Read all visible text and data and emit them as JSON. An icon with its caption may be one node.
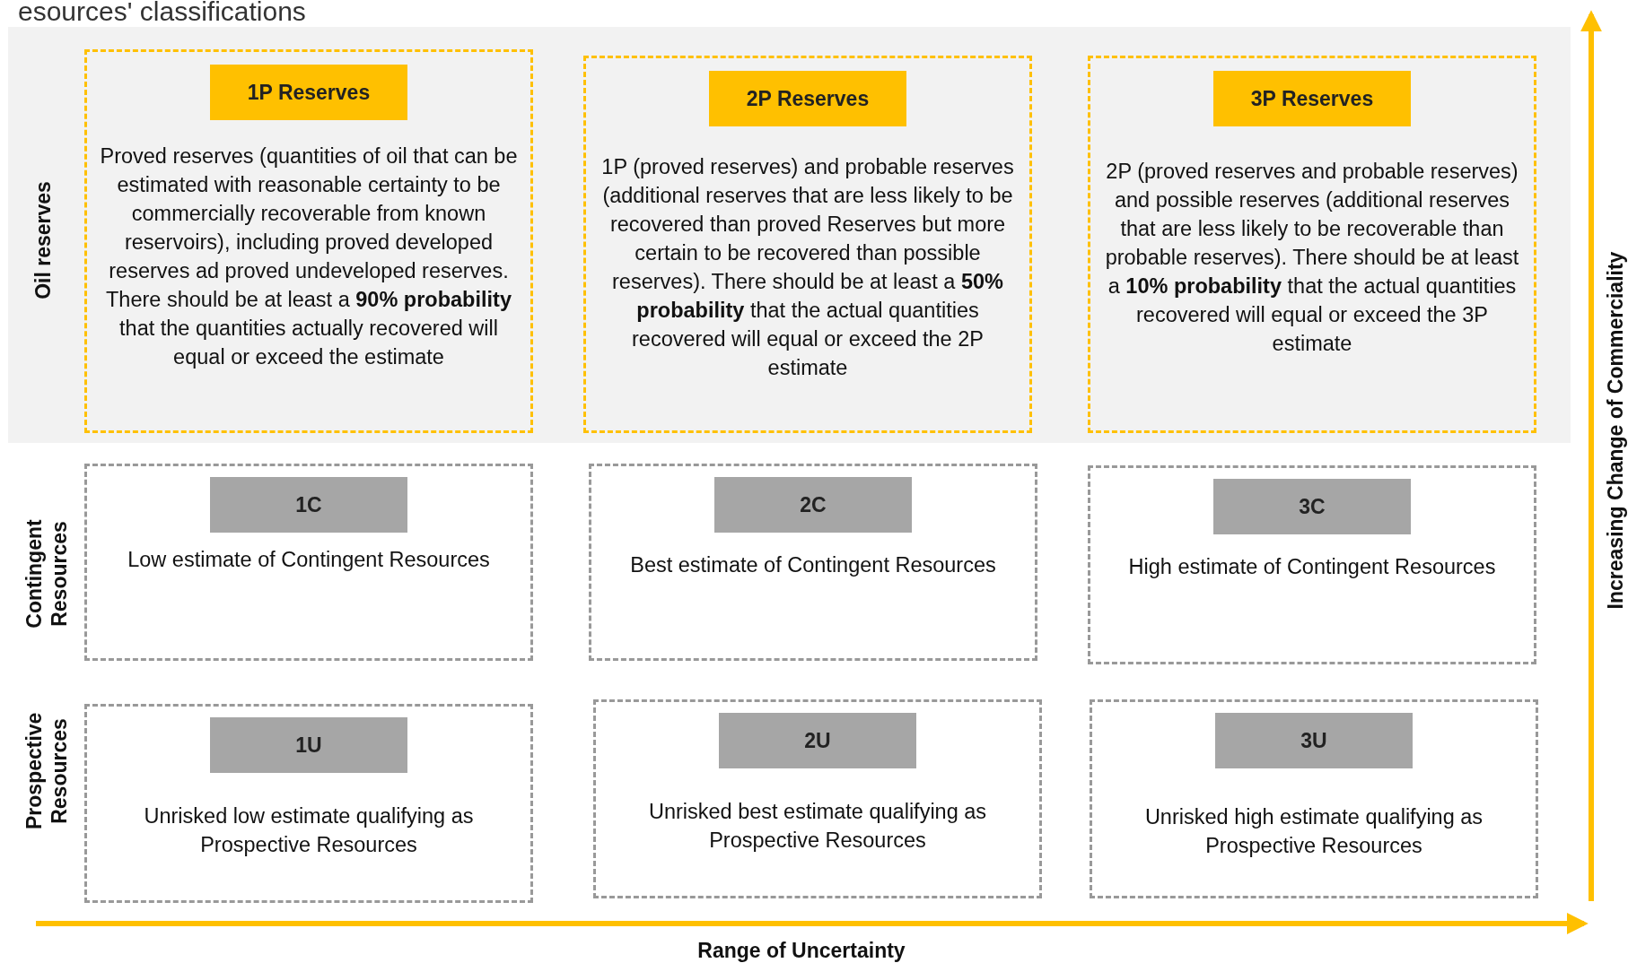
{
  "diagram": {
    "title": "esources' classifications",
    "nodes": [
      {
        "text": [
          "1P Reserves",
          "Proved reserves (quantities of oil that can be estimated with reasonable certainty to be commercially recoverable from known reservoirs), including proved developed reserves ad proved undeveloped reserves. There should be at least a **90% probability** that the quantities actually recovered will equal or exceed the estimate"
        ]
      },
      {
        "text": [
          "2P Reserves",
          "1P (proved reserves) and probable reserves (additional reserves that are less likely to be recovered than proved Reserves but more certain to be recovered than possible reserves). There should be at least a **50% probability** that the actual quantities recovered will equal or exceed the 2P estimate"
        ]
      },
      {
        "text": [
          "3P Reserves",
          "2P (proved reserves and probable reserves) and possible reserves (additional reserves that are less likely to be recoverable than probable reserves). There should be at least a **10% probability** that the actual quantities recovered will equal or exceed the 3P estimate"
        ]
      },
      {
        "text": [
          "1C",
          "Low estimate of Contingent Resources"
        ]
      },
      {
        "text": [
          "2C",
          "Best estimate of Contingent Resources"
        ]
      },
      {
        "text": [
          "3C",
          "High estimate of Contingent Resources"
        ]
      },
      {
        "text": [
          "1U",
          "Unrisked low estimate qualifying as Prospective Resources"
        ]
      },
      {
        "text": [
          "2U",
          "Unrisked best estimate qualifying as Prospective Resources"
        ]
      },
      {
        "text": [
          "3U",
          "Unrisked high estimate qualifying as Prospective Resources"
        ]
      }
    ],
    "labels": [
      "Oil reserves",
      "Contingent Resources",
      "Prospective Resources",
      "Increasing Change of Commerciality",
      "Range of Uncertainty"
    ]
  }
}
